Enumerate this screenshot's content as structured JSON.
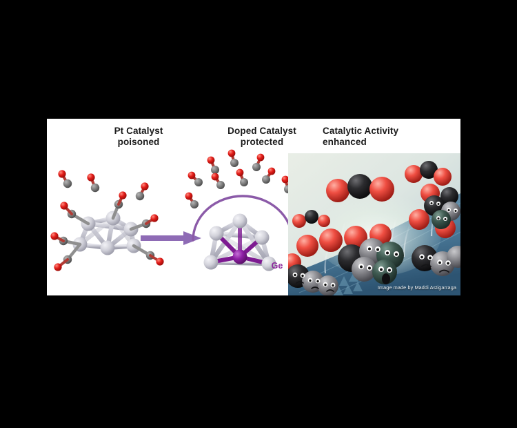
{
  "figure": {
    "type": "graphical-abstract",
    "background_color": "#000000",
    "panel_color": "#ffffff",
    "panels": [
      {
        "id": "left",
        "heading_line1": "Pt Catalyst",
        "heading_line2": "poisoned",
        "content": "Pt cluster fully covered by adsorbed CO molecules"
      },
      {
        "id": "middle",
        "heading_line1": "Doped Catalyst",
        "heading_line2": "protected",
        "content": "Ge-doped Pt cluster with protective shield arc; CO molecules repelled above",
        "dopant_label": "Ge"
      },
      {
        "id": "right",
        "heading_line1": "Catalytic Activity",
        "heading_line2": "enhanced",
        "content": "Artistic rendering of CO2 molecules released from catalyst nanoparticles",
        "credit": "Image made by Maddi Astigarraga"
      }
    ]
  },
  "headings": {
    "left": "Pt Catalyst\npoisoned",
    "middle": "Doped Catalyst\nprotected",
    "right": "Catalytic Activity\nenhanced"
  },
  "labels": {
    "ge": "Ge",
    "credit": "Image made by Maddi Astigarraga"
  },
  "colors": {
    "background": "#000000",
    "panel": "#ffffff",
    "heading_text": "#1a1a1a",
    "oxygen_red": "#e01b1b",
    "carbon_gray": "#787878",
    "platinum_silver": "#c9c9d2",
    "germanium_purple": "#8e2a9e",
    "arrow_purple": "#8e6bb5",
    "shield_purple": "#8b5aa8",
    "photo_blue": "#4f7d99",
    "photo_dark_sphere": "#2e2e30",
    "photo_red_sphere": "#e8453c"
  },
  "icons": {
    "arrow": "right-arrow-icon",
    "shield": "protective-arc-icon"
  }
}
